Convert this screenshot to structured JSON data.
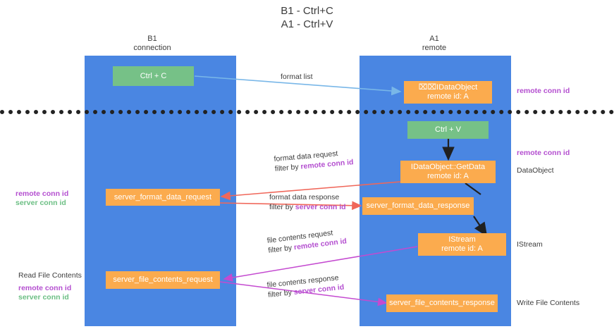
{
  "title": {
    "line1": "B1 - Ctrl+C",
    "line2": "A1 - Ctrl+V"
  },
  "columns": {
    "left": {
      "name": "B1",
      "role": "connection"
    },
    "right": {
      "name": "A1",
      "role": "remote"
    }
  },
  "nodes": {
    "ctrl_c": {
      "label": "Ctrl + C",
      "color": "#76c187"
    },
    "ctrl_v": {
      "label": "Ctrl + V",
      "color": "#76c187"
    },
    "idataobject": {
      "line1": "⌧⌧IDataObject",
      "line2": "remote id: A",
      "color": "#fbab4e"
    },
    "getdata": {
      "line1": "IDataObject::GetData",
      "line2": "remote id: A",
      "color": "#fbab4e"
    },
    "istream": {
      "line1": "IStream",
      "line2": "remote id: A",
      "color": "#fbab4e"
    },
    "server_format_data_request": {
      "label": "server_format_data_request",
      "color": "#fbab4e"
    },
    "server_format_data_response": {
      "label": "server_format_data_response",
      "color": "#fbab4e"
    },
    "server_file_contents_request": {
      "label": "server_file_contents_request",
      "color": "#fbab4e"
    },
    "server_file_contents_response": {
      "label": "server_file_contents_response",
      "color": "#fbab4e"
    }
  },
  "edges": {
    "format_list": {
      "label": "format list"
    },
    "format_data_request": {
      "label": "format data request",
      "filter_prefix": "filter by ",
      "filter_key": "remote conn id"
    },
    "format_data_response": {
      "label": "format data response",
      "filter_prefix": "filter by ",
      "filter_key": "server conn id"
    },
    "file_contents_request": {
      "label": "file contents request",
      "filter_prefix": "filter by ",
      "filter_key": "remote conn id"
    },
    "file_contents_response": {
      "label": "file contents response",
      "filter_prefix": "filter by ",
      "filter_key": "server conn id"
    }
  },
  "annotations": {
    "right_remote_conn_id_top": "remote conn id",
    "right_remote_conn_id_mid": "remote conn id",
    "right_dataobject": "DataObject",
    "right_istream": "IStream",
    "right_write_file_contents": "Write File Contents",
    "left_remote_conn_id_mid": "remote conn id",
    "left_server_conn_id_mid": "server conn id",
    "left_read_file_contents": "Read File Contents",
    "left_remote_conn_id_bottom": "remote conn id",
    "left_server_conn_id_bottom": "server conn id"
  },
  "colors": {
    "lane": "#4a86e2",
    "green_node": "#76c187",
    "orange_node": "#fbab4e",
    "purple_text": "#b44fd0",
    "green_text": "#6cbf84",
    "blue_arrow": "#79b7e8",
    "red_arrow": "#f0675a",
    "magenta_arrow": "#c44ad0",
    "divider": "#222222"
  }
}
